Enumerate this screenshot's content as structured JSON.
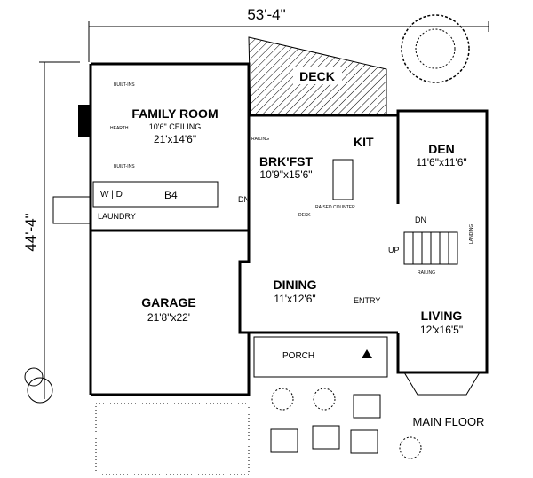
{
  "dimensions": {
    "width": "53'-4\"",
    "depth": "44'-4\""
  },
  "rooms": {
    "family": {
      "name": "FAMILY ROOM",
      "ceiling": "10'6\" CEILING",
      "size": "21'x14'6\""
    },
    "deck": {
      "name": "DECK"
    },
    "kit": {
      "name": "KIT"
    },
    "brkfst": {
      "name": "BRK'FST",
      "size": "10'9\"x15'6\""
    },
    "den": {
      "name": "DEN",
      "size": "11'6\"x11'6\""
    },
    "garage": {
      "name": "GARAGE",
      "size": "21'8\"x22'"
    },
    "dining": {
      "name": "DINING",
      "size": "11'x12'6\""
    },
    "living": {
      "name": "LIVING",
      "size": "12'x16'5\""
    },
    "porch": {
      "name": "PORCH"
    },
    "entry": {
      "name": "ENTRY"
    },
    "laundry": {
      "name": "LAUNDRY"
    },
    "bath": {
      "name": "B4"
    },
    "landing": {
      "name": "LANDING"
    }
  },
  "notes": {
    "builtins": "BUILT-INS",
    "hearth": "HEARTH",
    "railing": "RAILING",
    "raised_counter": "RAISED COUNTER",
    "desk": "DESK",
    "dn": "DN",
    "up": "UP",
    "wd": "W | D"
  },
  "floor_label": "MAIN FLOOR"
}
